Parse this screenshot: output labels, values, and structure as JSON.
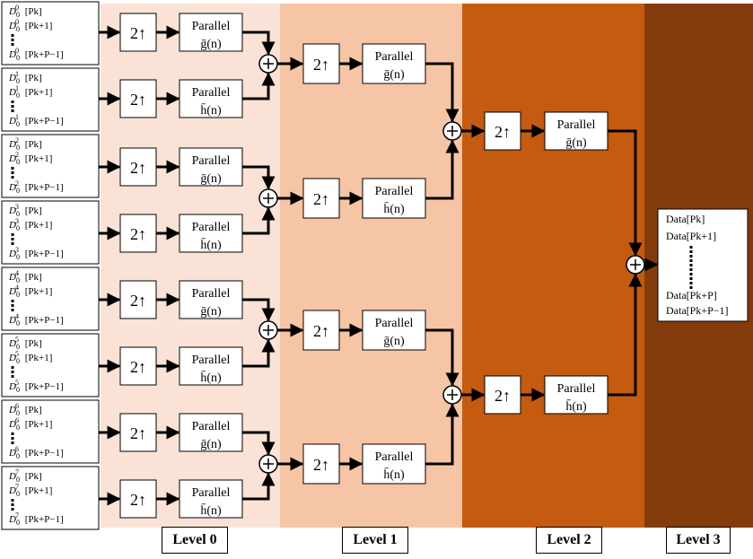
{
  "colors": {
    "level0": "#FAE3D6",
    "level1": "#F6C5A5",
    "level2": "#C55A11",
    "level3": "#843C0C",
    "stroke": "#000000",
    "box": "#FFFFFF"
  },
  "inputs": [
    {
      "idx": "0",
      "sym": "D",
      "lines": [
        "[Pk]",
        "[Pk+1]",
        "[Pk+P−1]"
      ]
    },
    {
      "idx": "1",
      "sym": "D",
      "lines": [
        "[Pk]",
        "[Pk+1]",
        "[Pk+P−1]"
      ]
    },
    {
      "idx": "2",
      "sym": "D",
      "lines": [
        "[Pk]",
        "[Pk+1]",
        "[Pk+P−1]"
      ]
    },
    {
      "idx": "3",
      "sym": "D",
      "lines": [
        "[Pk]",
        "[Pk+1]",
        "[Pk+P−1]"
      ]
    },
    {
      "idx": "4",
      "sym": "D",
      "lines": [
        "[Pk]",
        "[Pk+1]",
        "[Pk+P−1]"
      ]
    },
    {
      "idx": "5",
      "sym": "D",
      "lines": [
        "[Pk]",
        "[Pk+1]",
        "[Pk+P−1]"
      ]
    },
    {
      "idx": "6",
      "sym": "D",
      "lines": [
        "[Pk]",
        "[Pk+1]",
        "[Pk+P−1]"
      ]
    },
    {
      "idx": "7",
      "sym": "D",
      "lines": [
        "[Pk]",
        "[Pk+1]",
        "[Pk+P−1]"
      ]
    }
  ],
  "upsample_label": "2↑",
  "filter_label": "Parallel",
  "filter_g": "ḡ(n)",
  "filter_h": "h̄(n)",
  "adder_symbol": "+",
  "output": [
    "Data[Pk]",
    "Data[Pk+1]",
    "Data[Pk+P]",
    "Data[Pk+P−1]"
  ],
  "levels": [
    "Level 0",
    "Level 1",
    "Level 2",
    "Level 3"
  ]
}
